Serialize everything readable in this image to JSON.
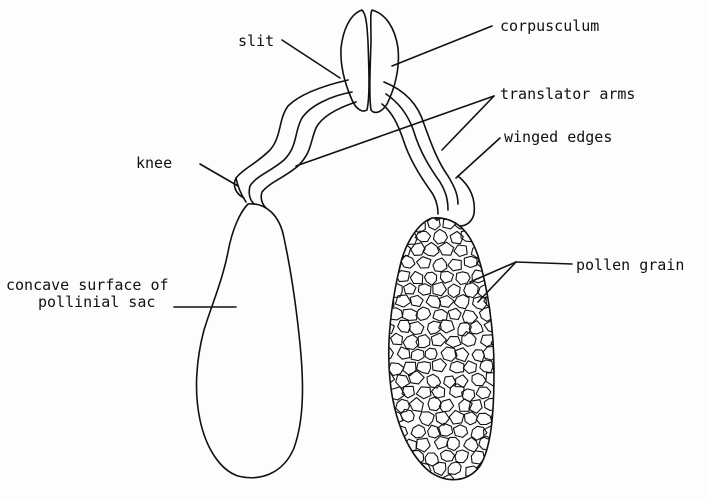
{
  "labels": {
    "slit": "slit",
    "corpusculum": "corpusculum",
    "translator_arms": "translator arms",
    "winged_edges": "winged edges",
    "knee": "knee",
    "concave_line1": "concave surface of",
    "concave_line2": "pollinial sac",
    "pollen_grain": "pollen grain"
  },
  "colors": {
    "ink": "#111111",
    "paper": "#fdfdfc"
  }
}
